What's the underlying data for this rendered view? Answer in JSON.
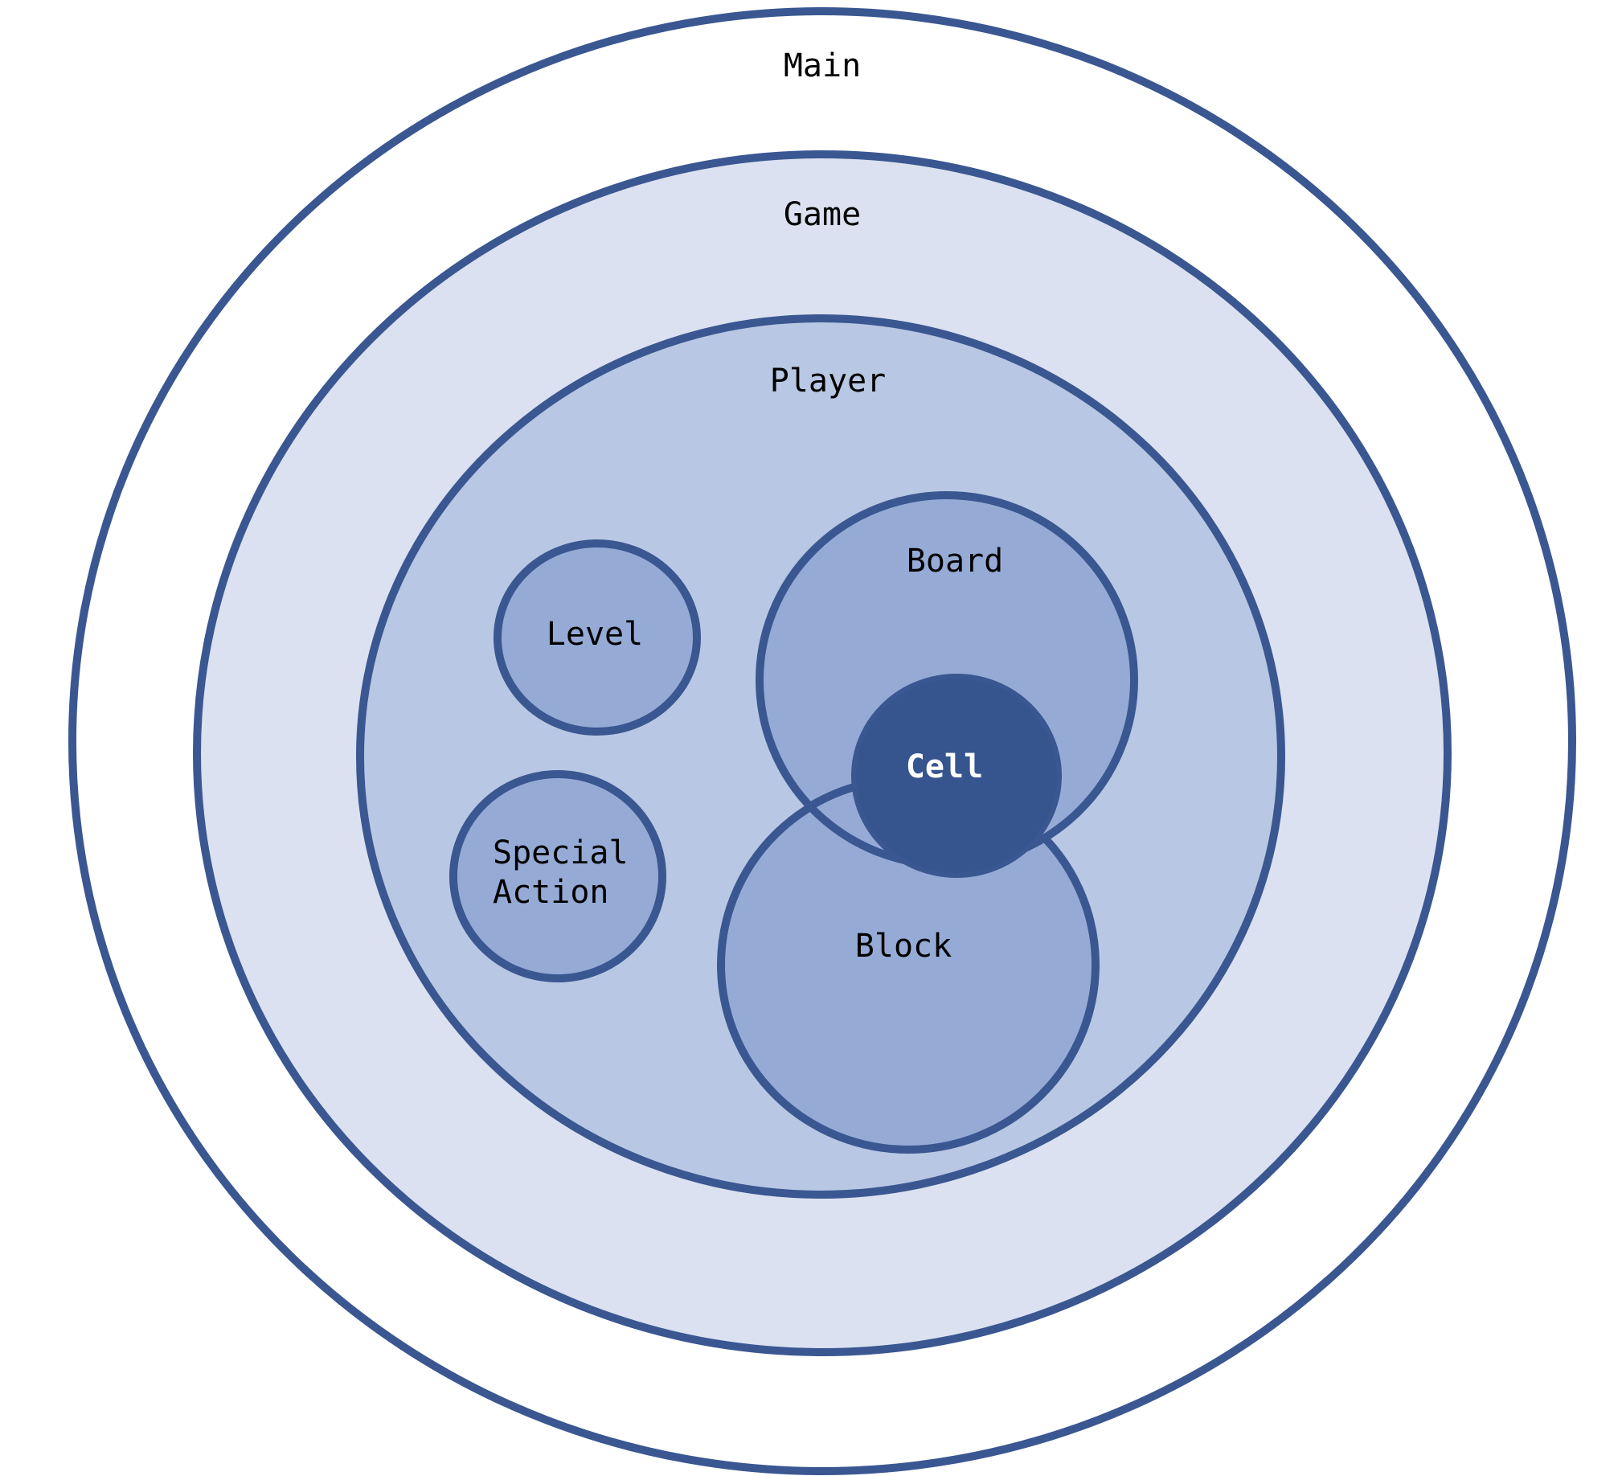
{
  "labels": {
    "main": "Main",
    "game": "Game",
    "player": "Player",
    "level": "Level",
    "special_action_line1": "Special",
    "special_action_line2": "Action",
    "board": "Board",
    "cell": "Cell",
    "block": "Block"
  },
  "colors": {
    "outline": "#3a5791",
    "main_fill": "#ffffff",
    "game_fill": "#dbe1f0",
    "player_fill": "#b8c7e3",
    "module_fill": "#95abd6",
    "cell_fill": "#36558f",
    "text_dark": "#000000",
    "text_light": "#ffffff"
  }
}
